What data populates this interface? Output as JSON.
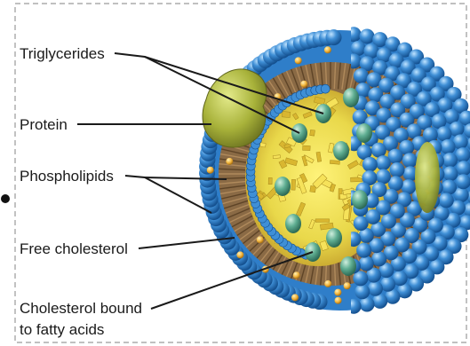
{
  "diagram": {
    "labels": {
      "triglycerides": "Triglycerides",
      "protein": "Protein",
      "phospholipids": "Phospholipids",
      "free_cholesterol": "Free cholesterol",
      "cholesterol_bound_line1": "Cholesterol bound",
      "cholesterol_bound_line2": "to fatty acids"
    },
    "colors": {
      "frame": "#9a9a9a",
      "leader_line": "#1a1a1a",
      "phospholipid_head": "#3f8fd6",
      "phospholipid_tail": "#8a6a45",
      "core": "#e9d84a",
      "core_dark": "#c9a92a",
      "protein": "#a8b23a",
      "cholesteryl_ester_blob": "#4fa58a",
      "free_cholesterol": "#f2b43c"
    }
  }
}
